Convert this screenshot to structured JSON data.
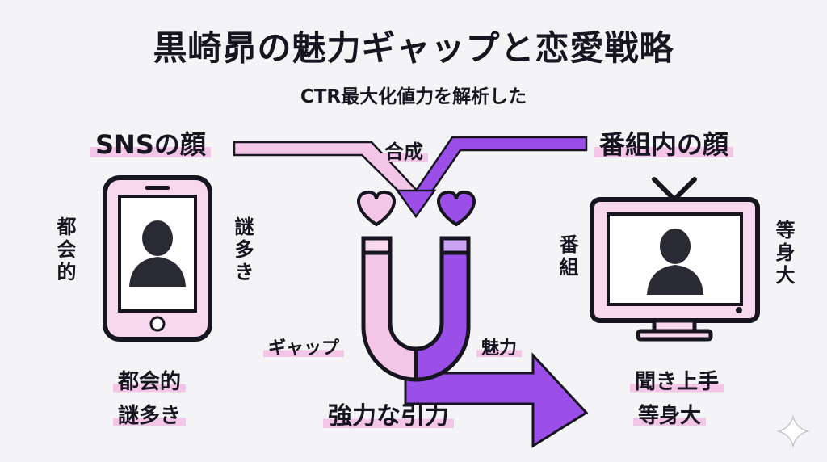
{
  "title": "黒崎昴の魅力ギャップと恋愛戦略",
  "subtitle": "CTR最大化値力を解析した",
  "left_panel": {
    "heading": "SNSの顔",
    "side_left": "都会的",
    "side_right": "謎多き",
    "caption_line1": "都会的",
    "caption_line2": "謎多き"
  },
  "right_panel": {
    "heading": "番組内の顔",
    "side_left": "番組",
    "side_right": "等身大",
    "caption_line1": "聞き上手",
    "caption_line2": "等身大"
  },
  "center": {
    "merge_label": "合成",
    "magnet_left_label": "ギャップ",
    "magnet_right_label": "魅力",
    "result_label": "強力な引力"
  },
  "colors": {
    "pink": "#f3c6e7",
    "purple": "#9b4fe8",
    "dark": "#161520"
  }
}
